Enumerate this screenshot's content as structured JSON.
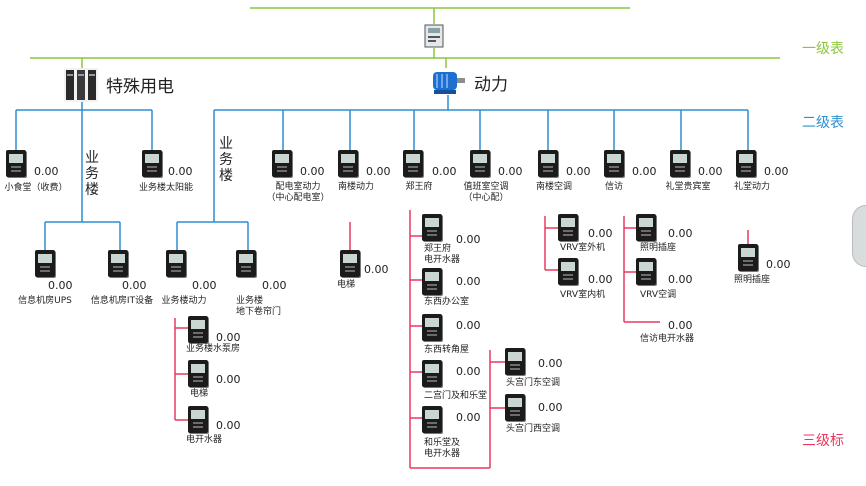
{
  "tiers": {
    "first": {
      "label": "一级表",
      "color": "#8cc63e"
    },
    "second": {
      "label": "二级表",
      "color": "#2c8fd0"
    },
    "third": {
      "label": "三级标",
      "color": "#e8385f"
    }
  },
  "colors": {
    "first": "#8cc63e",
    "second": "#2c8fd0",
    "third": "#e8385f"
  },
  "icons": {
    "main_meter": "main-meter-icon",
    "special_power": "server-rack-icon",
    "power": "motor-icon"
  },
  "groups": {
    "special_power": "特殊用电",
    "power": "动力",
    "business_building_a": "业务楼",
    "business_building_b": "业务楼"
  },
  "meters": {
    "canteen": {
      "label": "小食堂（收费）",
      "value": "0.00"
    },
    "bb_solar": {
      "label": "业务楼太阳能",
      "value": "0.00"
    },
    "info_ups": {
      "label": "信息机房UPS",
      "value": "0.00"
    },
    "info_it": {
      "label": "信息机房IT设备",
      "value": "0.00"
    },
    "bb_power": {
      "label": "业务楼动力",
      "value": "0.00"
    },
    "bb_garage": {
      "label": "业务楼\n地下卷帘门",
      "value": "0.00"
    },
    "bb_pump": {
      "label": "业务楼水泵房",
      "value": "0.00"
    },
    "bb_elevator": {
      "label": "电梯",
      "value": "0.00"
    },
    "bb_heater": {
      "label": "电开水器",
      "value": "0.00"
    },
    "dist_room": {
      "label": "配电室动力\n（中心配电室）",
      "value": "0.00"
    },
    "south_power": {
      "label": "南楼动力",
      "value": "0.00"
    },
    "guo_wang_fu": {
      "label": "郑王府",
      "value": "0.00"
    },
    "value_room_ac": {
      "label": "值班室空调\n（中心配）",
      "value": "0.00"
    },
    "south_ac": {
      "label": "南楼空调",
      "value": "0.00"
    },
    "petition": {
      "label": "信访",
      "value": "0.00"
    },
    "hall_guest": {
      "label": "礼堂贵宾室",
      "value": "0.00"
    },
    "hall_power": {
      "label": "礼堂动力",
      "value": "0.00"
    },
    "elevator": {
      "label": "电梯",
      "value": "0.00"
    },
    "gwf_heater": {
      "label": "郑王府\n电开水器",
      "value": "0.00"
    },
    "east_west_office": {
      "label": "东西办公室",
      "value": "0.00"
    },
    "east_west_corner": {
      "label": "东西转角屋",
      "value": "0.00"
    },
    "second_gate": {
      "label": "二宫门及和乐堂",
      "value": "0.00"
    },
    "hlt_heater": {
      "label": "和乐堂及\n电开水器",
      "value": "0.00"
    },
    "head_gate_east": {
      "label": "头宫门东空调",
      "value": "0.00"
    },
    "head_gate_west": {
      "label": "头宫门西空调",
      "value": "0.00"
    },
    "vrv_out": {
      "label": "VRV室外机",
      "value": "0.00"
    },
    "vrv_in": {
      "label": "VRV室内机",
      "value": "0.00"
    },
    "lighting_a": {
      "label": "照明插座",
      "value": "0.00"
    },
    "vrv_ac": {
      "label": "VRV空调",
      "value": "0.00"
    },
    "petition_heater": {
      "label": "信访电开水器",
      "value": "0.00"
    },
    "lighting_b": {
      "label": "照明插座",
      "value": "0.00"
    }
  }
}
